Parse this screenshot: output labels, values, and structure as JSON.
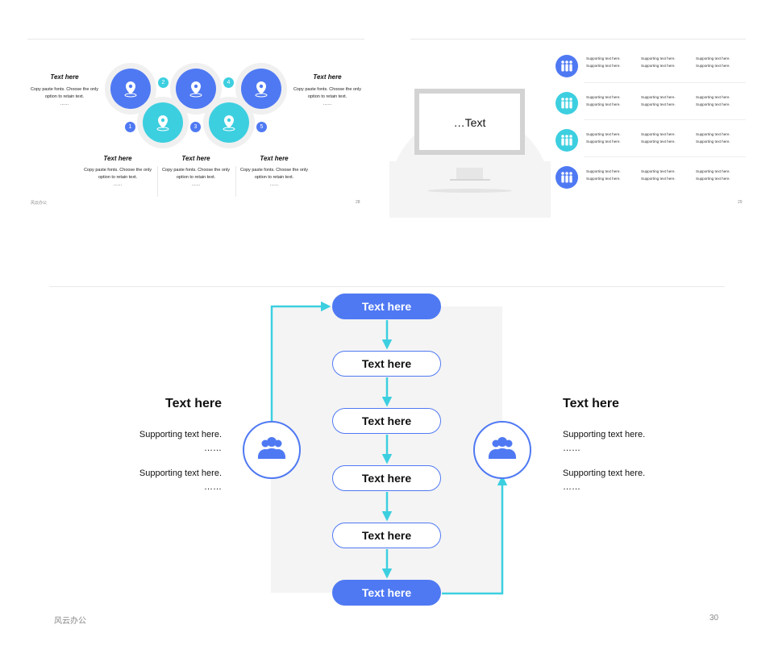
{
  "colors": {
    "blue": "#4f79f3",
    "cyan": "#3ccfe0",
    "gray_bg": "#f4f4f4"
  },
  "slide28": {
    "footer_brand": "风云办公",
    "page": "28",
    "left_item": {
      "title": "Text here",
      "body1": "Copy paste fonts. Choose the only",
      "body2": "option to retain text.",
      "dots": "……"
    },
    "right_item": {
      "title": "Text here",
      "body1": "Copy paste fonts. Choose the only",
      "body2": "option to retain text.",
      "dots": "……"
    },
    "numbers": [
      "1",
      "2",
      "3",
      "4",
      "5"
    ],
    "bottom_items": [
      {
        "title": "Text here",
        "body1": "Copy paste fonts. Choose the only",
        "body2": "option to retain text.",
        "dots": "……"
      },
      {
        "title": "Text here",
        "body1": "Copy paste fonts. Choose the only",
        "body2": "option to retain text.",
        "dots": "……"
      },
      {
        "title": "Text here",
        "body1": "Copy paste fonts. Choose the only",
        "body2": "option to retain text.",
        "dots": "……"
      }
    ],
    "icon": "location-pin-icon"
  },
  "slide29": {
    "page": "29",
    "monitor_text": "…Text",
    "rows": [
      {
        "color": "blue",
        "cells": [
          "Supporting text here.",
          "Supporting text here.",
          "Supporting text here.",
          "Supporting text here.",
          "Supporting text here.",
          "Supporting text here."
        ]
      },
      {
        "color": "cyan",
        "cells": [
          "Supporting text here.",
          "Supporting text here.",
          "Supporting text here.",
          "Supporting text here.",
          "Supporting text here.",
          "Supporting text here."
        ]
      },
      {
        "color": "cyan",
        "cells": [
          "Supporting text here.",
          "Supporting text here.",
          "Supporting text here.",
          "Supporting text here.",
          "Supporting text here.",
          "Supporting text here."
        ]
      },
      {
        "color": "blue",
        "cells": [
          "Supporting text here.",
          "Supporting text here.",
          "Supporting text here.",
          "Supporting text here.",
          "Supporting text here.",
          "Supporting text here."
        ]
      }
    ],
    "icon": "group-people-icon"
  },
  "slide30": {
    "footer_brand": "风云办公",
    "page": "30",
    "steps": [
      "Text here",
      "Text here",
      "Text here",
      "Text here",
      "Text here",
      "Text here"
    ],
    "left": {
      "title": "Text here",
      "line1": "Supporting text here.",
      "dots1": "……",
      "line2": "Supporting text here.",
      "dots2": "……"
    },
    "right": {
      "title": "Text here",
      "line1": "Supporting text here.",
      "dots1": "……",
      "line2": "Supporting text here.",
      "dots2": "……"
    },
    "icon": "users-icon"
  }
}
